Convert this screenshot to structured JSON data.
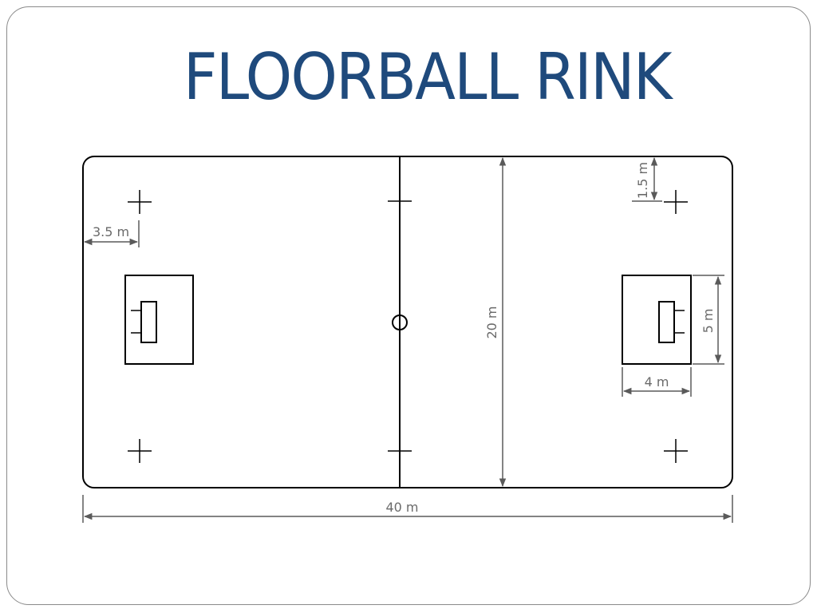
{
  "title": "FLOORBALL RINK",
  "labels": {
    "length": "40 m",
    "width": "20 m",
    "corner_offset": "1.5 m",
    "faceoff_offset": "3.5 m",
    "area_length": "5 m",
    "area_width": "4 m"
  },
  "colors": {
    "title": "#1f4a7c",
    "lines": "#000000",
    "dimensions": "#6a6a6a"
  }
}
